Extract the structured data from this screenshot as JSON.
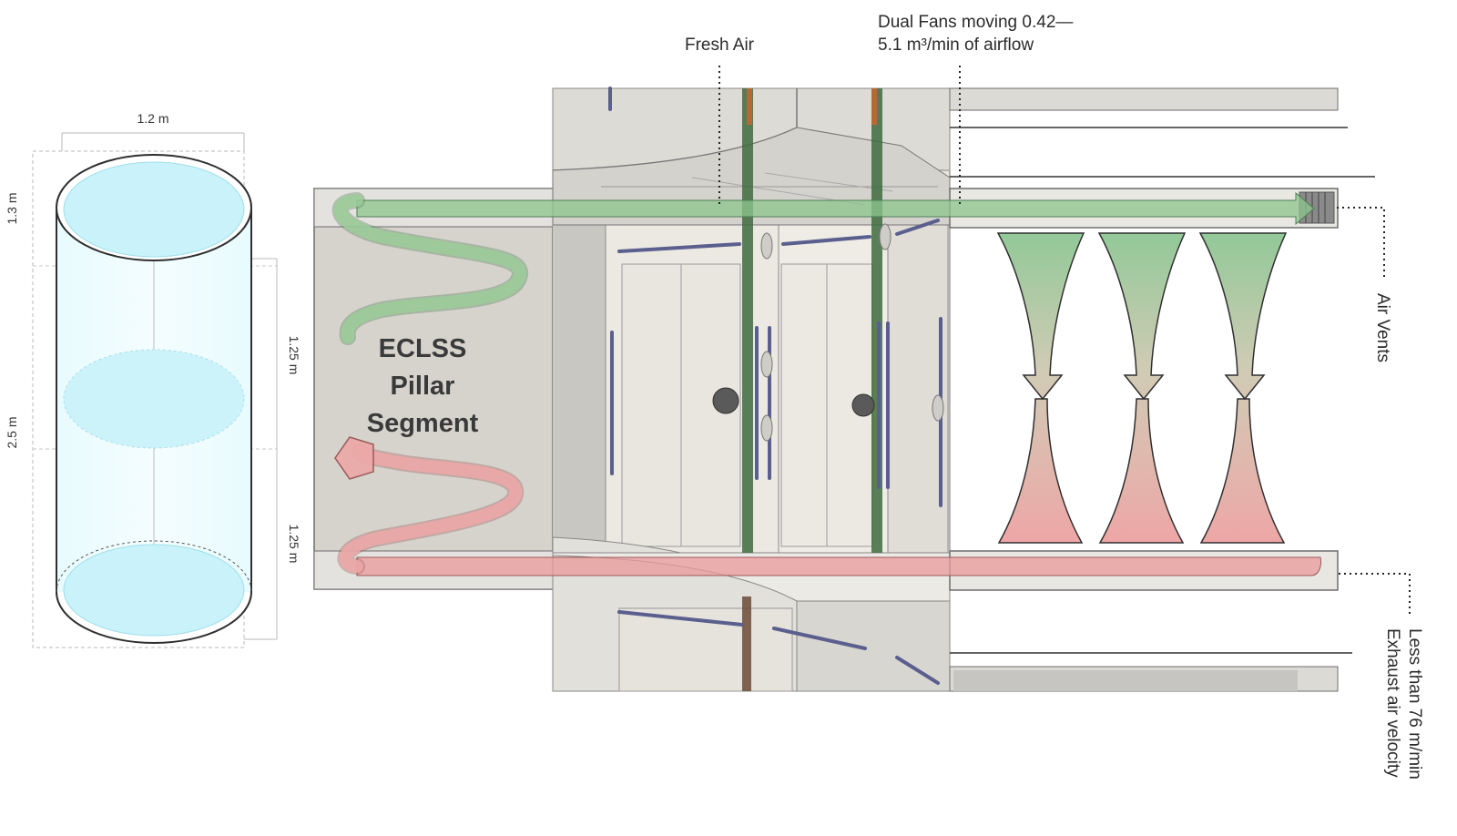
{
  "cylinder": {
    "dimension_width": "1.2 m",
    "dimension_height_top": "1.3 m",
    "dimension_height_total": "2.5 m",
    "dimension_upper_half": "1.25 m",
    "dimension_lower_half": "1.25 m"
  },
  "labels": {
    "fresh_air": "Fresh Air",
    "fans_line1": "Dual Fans moving 0.42—",
    "fans_line2": "5.1 m³/min of airflow",
    "air_vents": "Air Vents",
    "exhaust_line1": "Less than 76 m/min",
    "exhaust_line2": "Exhaust air velocity",
    "ecls_line1": "ECLSS",
    "ecls_line2": "Pillar",
    "ecls_line3": "Segment"
  },
  "colors": {
    "fresh_air_flow": "#8cc58c",
    "exhaust_air_flow": "#e89a9a",
    "cylinder_fill": "#d6f6fb",
    "wall_grey": "#d8d6d0",
    "green_strut": "#3e6b3e"
  }
}
